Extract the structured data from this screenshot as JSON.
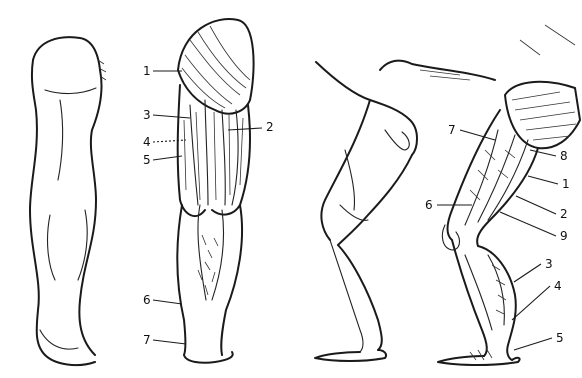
{
  "figures": [
    {
      "id": "back-view-outline",
      "labels": []
    },
    {
      "id": "back-view-muscles",
      "labels": [
        "1",
        "2",
        "3",
        "4",
        "5",
        "6",
        "7"
      ]
    },
    {
      "id": "side-view-outline",
      "labels": []
    },
    {
      "id": "side-view-muscles",
      "labels": [
        "7",
        "8",
        "1",
        "2",
        "9",
        "6",
        "3",
        "4",
        "5"
      ]
    }
  ],
  "ink_color": "#1a1a1a",
  "paper_color": "#ffffff"
}
